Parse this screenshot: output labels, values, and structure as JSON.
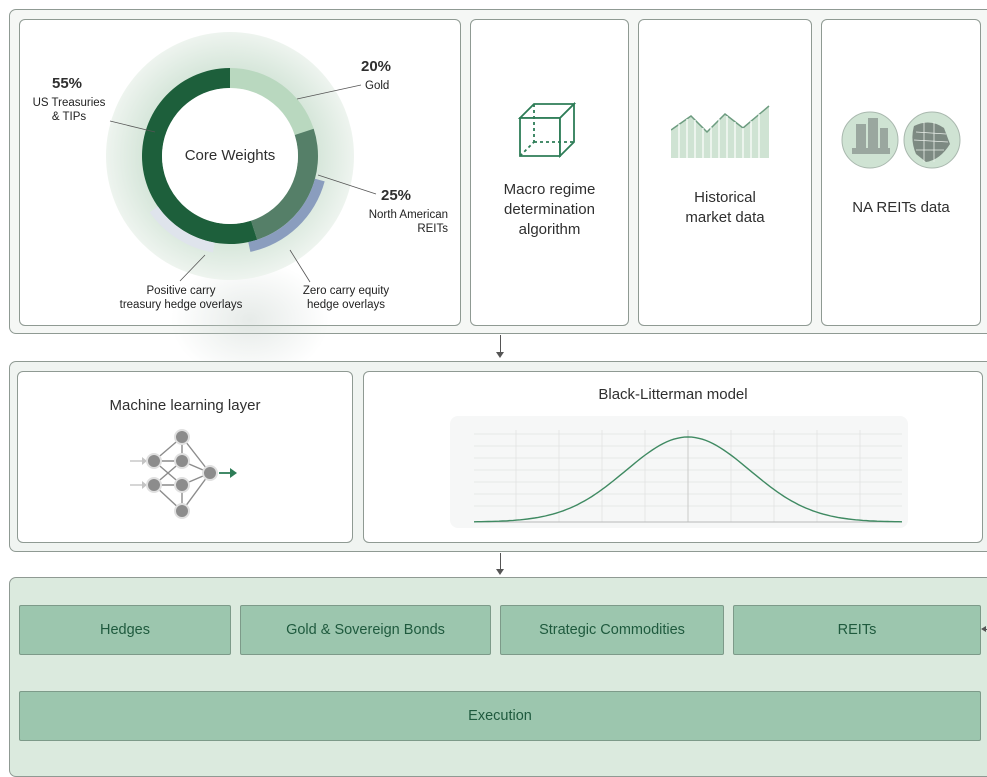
{
  "donut": {
    "center_title": "Core Weights",
    "segments": [
      {
        "pct": "55%",
        "label_line1": "US Treasuries",
        "label_line2": "& TIPs",
        "value": 55,
        "color": "#1d5f3b"
      },
      {
        "pct": "20%",
        "label_line1": "Gold",
        "value": 20,
        "color": "#b9d8bf"
      },
      {
        "pct": "25%",
        "label_line1": "North American",
        "label_line2": "REITs",
        "value": 25,
        "color": "#557f68"
      }
    ],
    "overlays": [
      {
        "label_line1": "Positive carry",
        "label_line2": "treasury hedge overlays",
        "color": "#dfe4ec"
      },
      {
        "label_line1": "Zero carry equity",
        "label_line2": "hedge overlays",
        "color": "#8a9dbe"
      }
    ]
  },
  "data_cards": [
    {
      "title_line1": "Macro regime",
      "title_line2": "determination",
      "title_line3": "algorithm",
      "icon": "cube-icon"
    },
    {
      "title_line1": "Historical",
      "title_line2": "market data",
      "icon": "area-chart-icon"
    },
    {
      "title_line1": "NA REITs data",
      "icon": "map-globe-icon"
    }
  ],
  "middle": {
    "ml_title": "Machine learning layer",
    "ml_icon": "neural-network-icon",
    "bl_title": "Black-Litterman model",
    "bl_icon": "bell-curve-icon"
  },
  "execution": {
    "buttons": [
      "Hedges",
      "Gold & Sovereign Bonds",
      "Strategic Commodities",
      "REITs"
    ],
    "execution_label": "Execution"
  },
  "colors": {
    "accent_green": "#2e7d57",
    "band_bg": "#dbeade",
    "button_bg": "#9cc6ae",
    "button_text": "#1f5a3e"
  }
}
